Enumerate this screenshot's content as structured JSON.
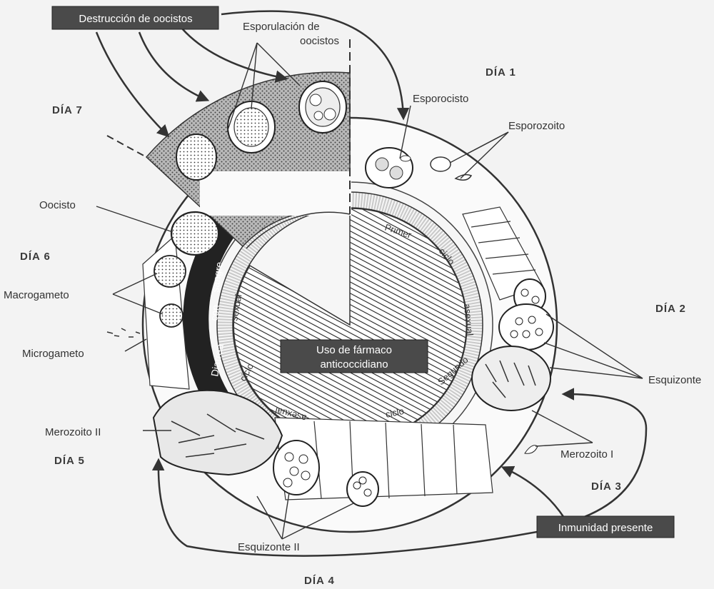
{
  "title_box": "Destrucción de oocistos",
  "drug_box": [
    "Uso de fármaco",
    "anticoccidiano"
  ],
  "immunity_box": "Inmunidad presente",
  "days": {
    "d1": "DÍA 1",
    "d2": "DÍA 2",
    "d3": "DÍA 3",
    "d4": "DÍA 4",
    "d5": "DÍA 5",
    "d6": "DÍA 6",
    "d7": "DÍA 7"
  },
  "labels": {
    "esporulacion": [
      "Esporulación de",
      "oocistos"
    ],
    "esporocisto": "Esporocisto",
    "esporozoito": "Esporozoito",
    "esquizonte": "Esquizonte",
    "merozoito_i": "Merozoito I",
    "esquizonte_ii": "Esquizonte II",
    "merozoito_ii": "Merozoito II",
    "microgameto": "Microgameto",
    "macrogameto": "Macrogameto",
    "oocisto": "Oocisto"
  },
  "ring": {
    "primer": "Primer",
    "ciclo1": "ciclo",
    "asexual1": "asexual",
    "segundo": "Segundo",
    "ciclo2": "ciclo",
    "asexual2": "asexual",
    "ciclo3": "ciclo",
    "sexual": "sexual",
    "diarrea": "Diarrea",
    "con": "con",
    "sangre": "sangre"
  }
}
